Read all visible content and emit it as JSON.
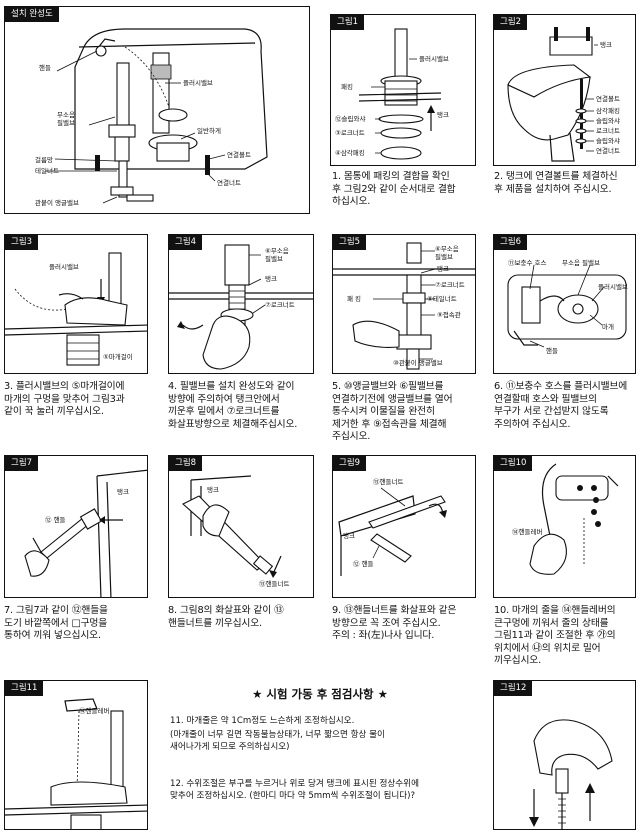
{
  "overview": {
    "tag": "설치 완성도",
    "labels": {
      "handle": "핸들",
      "flush_valve": "플러시밸브",
      "noise_valve": "무소음\n필밸브",
      "overflow": "일반하게",
      "connect_bolt": "연결볼트",
      "bushing": "걸름망",
      "tail_nut": "테일너트",
      "connect_nut": "연결너트",
      "angle_valve": "관붙이 앵글밸브"
    }
  },
  "fig1": {
    "tag": "그림1",
    "labels": {
      "flush_valve": "플러시밸브",
      "packing": "패킹",
      "tank": "탱크",
      "slip_washer": "⑫슬립와샤",
      "lock_nut": "③로크너트",
      "tri_packing": "④삼각패킹"
    },
    "caption": "1. 몸통에 패킹의 결합을 확인\n후 그림2와 같이 순서대로 결합\n하십시오."
  },
  "fig2": {
    "tag": "그림2",
    "labels": {
      "tank": "탱크",
      "connect_bolt": "연결볼트",
      "tri_packing": "삼각패킹",
      "slip_washer": "슬립와샤",
      "lock_nut": "로크너트",
      "slip_washer2": "슬립와샤",
      "connect_nut": "연결너트"
    },
    "caption": "2. 탱크에 연결볼트를 체결하신\n후 제품을 설치하여 주십시오."
  },
  "fig3": {
    "tag": "그림3",
    "labels": {
      "flush_valve": "플러시밸브",
      "chain_hook": "⑤마개걸이"
    },
    "caption": "3. 플러시밸브의 ⑤마개걸이에\n마개의 구멍을 맞추어 그림3과\n같이 꾹 눌러 끼우십시오."
  },
  "fig4": {
    "tag": "그림4",
    "labels": {
      "noise_valve": "⑥무소음\n필밸브",
      "tank": "탱크",
      "lock_nut": "⑦로크너트"
    },
    "caption": "4. 필밸브를 설치 완성도와 같이\n방향에 주의하여 탱크안에서\n끼운후 밑에서 ⑦로크너트를\n화살표방향으로 체결해주십시오."
  },
  "fig5": {
    "tag": "그림5",
    "labels": {
      "noise_valve": "⑥무소음\n필밸브",
      "tank": "탱크",
      "lock_nut": "⑦로크너트",
      "tail_nut": "⑧테일너트",
      "packing": "패 킹",
      "connect_pipe": "⑨접속관",
      "angle_valve": "⑩관붙이 앵글밸브"
    },
    "caption": "5. ⑩앵글밸브와 ⑥필밸브를\n연결하기전에 앵글밸브를 열어\n통수시켜 이물질을 완전히\n제거한 후 ⑨접속관을 체결해\n주십시오."
  },
  "fig6": {
    "tag": "그림6",
    "labels": {
      "refill_hose": "⑪보충수 호스",
      "noise_valve": "무소음 필밸브",
      "flush_valve": "플러시밸브",
      "stopper": "마개",
      "handle": "핸들"
    },
    "caption": "6. ⑪보충수 호스를 플러시밸브에\n연결할때 호스와 필밸브의\n부구가 서로 간섭받지 않도록\n주의하여 주십시오."
  },
  "fig7": {
    "tag": "그림7",
    "labels": {
      "tank": "탱크",
      "handle": "⑫ 핸들"
    },
    "caption": "7. 그림7과 같이 ⑫핸들을\n도기 바깥쪽에서 □구멍을\n통하여 끼워 넣으십시오."
  },
  "fig8": {
    "tag": "그림8",
    "labels": {
      "tank": "탱크",
      "handle_nut": "⑬핸들너트"
    },
    "caption": "8. 그림8의 화살표와 같이 ⑬\n핸들너트를 끼우십시오."
  },
  "fig9": {
    "tag": "그림9",
    "labels": {
      "handle_nut": "⑬핸들너트",
      "tank": "탱크",
      "handle": "⑫ 핸들"
    },
    "caption": "9. ⑬핸들너트를 화살표와 같은\n방향으로 꼭 조여 주십시오.\n주의 : 좌(左)나사 입니다."
  },
  "fig10": {
    "tag": "그림10",
    "labels": {
      "handle_lever": "⑭핸들레버"
    },
    "caption": "10. 마개의 줄을 ⑭핸들레버의\n큰구멍에 끼워서 줄의 상태를\n그림11과 같이 조절한 후 ㉮의\n위치에서 ㉯의 위치로 밀어\n끼우십시오."
  },
  "fig11": {
    "tag": "그림11",
    "labels": {
      "handle_lever": "⑭핸들레버"
    }
  },
  "fig12": {
    "tag": "그림12"
  },
  "checklist": {
    "title": "★ 시험 가동 후 점검사항 ★",
    "item11": "11. 마개줄은 약 1Cm정도 느슨하게 조정하십시오.",
    "item11_note": "(마개줄이 너무 길면 작동불능상태가, 너무 짧으면 항상 물이\n새어나가게 되므로 주의하십시오)",
    "item12": "12. 수위조절은 부구를 누르거나 위로 당겨 탱크에 표시된 정상수위에\n맞추어 조정하십시오. (한마디 마다 약 5mm씩 수위조절이 됩니다)?"
  }
}
